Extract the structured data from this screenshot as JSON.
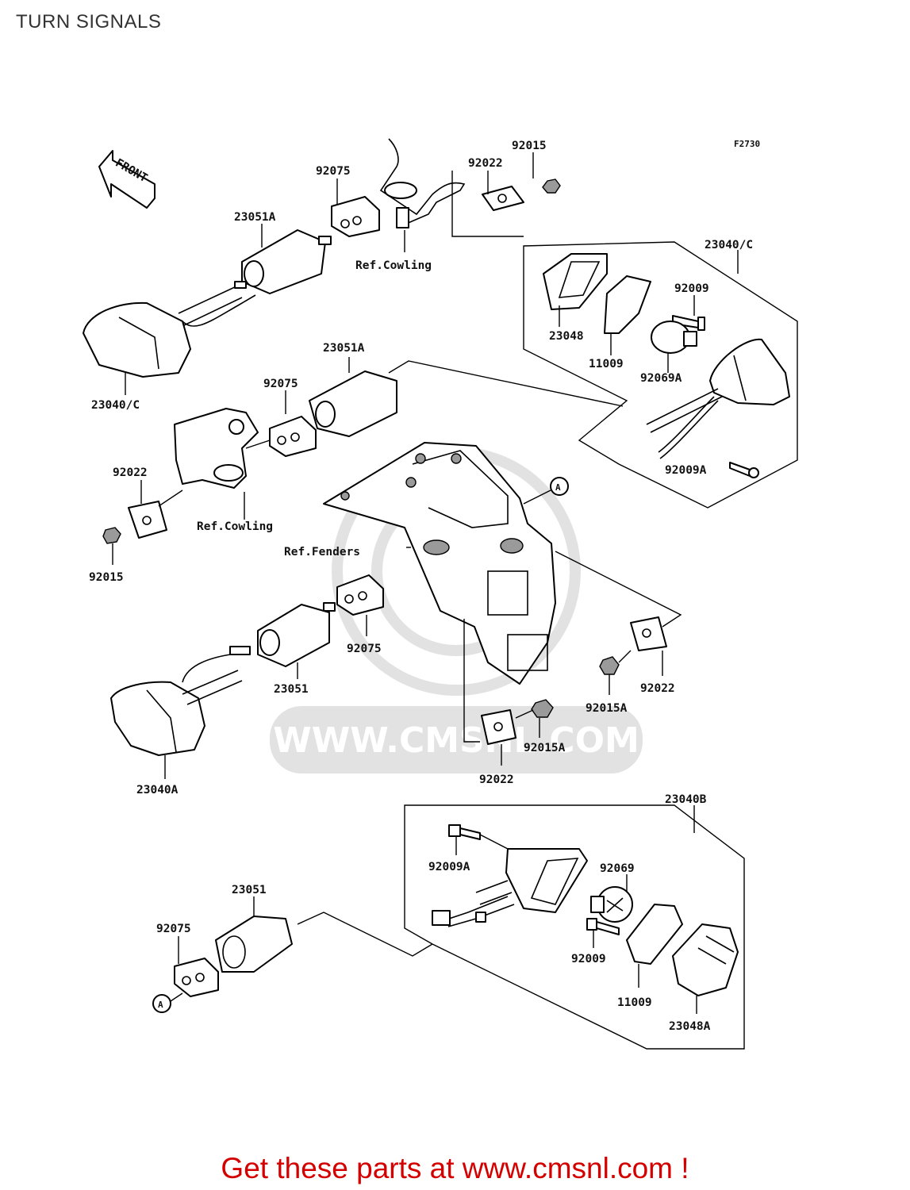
{
  "page": {
    "title": "TURN SIGNALS"
  },
  "diagram": {
    "figure_code": "F2730",
    "front_label": "FRONT",
    "ref_cowling": "Ref.Cowling",
    "ref_fenders": "Ref.Fenders",
    "callout_a": "A",
    "parts": {
      "p92015_top": "92015",
      "p92075_top": "92075",
      "p92022_top": "92022",
      "p23051A_top": "23051A",
      "p23040C_right": "23040/C",
      "p92009_right": "92009",
      "p23048": "23048",
      "p11009_right": "11009",
      "p92069A": "92069A",
      "p23040C_left": "23040/C",
      "p23051A_mid": "23051A",
      "p92075_mid": "92075",
      "p92022_left": "92022",
      "p92015_left": "92015",
      "p92009A_right": "92009A",
      "p92075_low": "92075",
      "p23051_mid": "23051",
      "p92022_right": "92022",
      "p92015A_right": "92015A",
      "p92015A_center": "92015A",
      "p92022_center": "92022",
      "p23040A": "23040A",
      "p23040B": "23040B",
      "p92009A_low": "92009A",
      "p92069": "92069",
      "p92009_low": "92009",
      "p11009_low": "11009",
      "p23048A": "23048A",
      "p23051_low": "23051",
      "p92075_bottom": "92075"
    },
    "watermark": "WWW.CMSNL.COM"
  },
  "footer": {
    "text": "Get these parts at www.cmsnl.com !"
  },
  "colors": {
    "footer_text": "#d40000",
    "title_text": "#333333",
    "watermark": "#e2e2e2"
  }
}
